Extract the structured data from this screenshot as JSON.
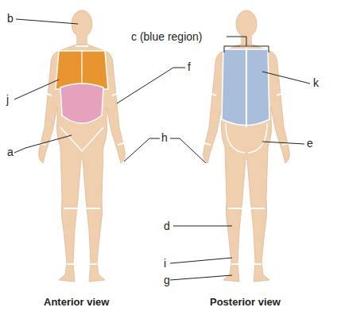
{
  "diagram": {
    "labels": [
      "b",
      "c (blue region)",
      "k",
      "j",
      "f",
      "a",
      "h",
      "e",
      "d",
      "i",
      "g",
      "Anterior view",
      "Posterior view"
    ]
  }
}
